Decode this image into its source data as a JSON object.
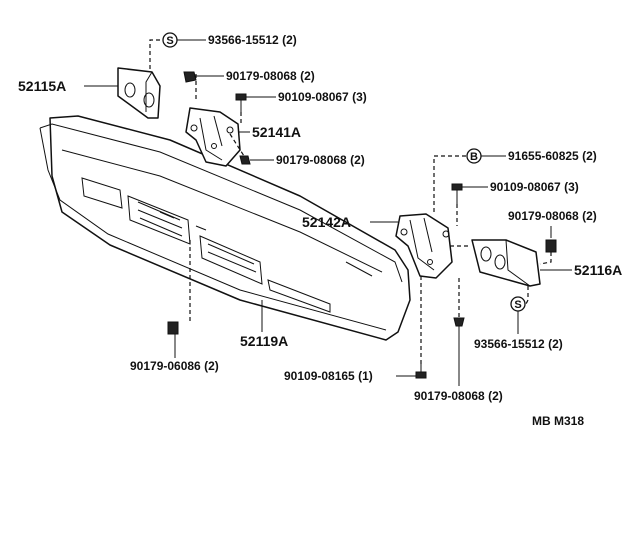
{
  "labels": {
    "bracket_left": "52115A",
    "bolt_top_left": "93566-15512 (2)",
    "nut_top_left": "90179-08068 (2)",
    "bolt_stay_left": "90109-08067 (3)",
    "stay_left": "52141A",
    "nut_stay_left": "90179-08068 (2)",
    "rivet_right": "91655-60825 (2)",
    "bolt_stay_right": "90109-08067 (3)",
    "stay_right": "52142A",
    "nut_right": "90179-08068 (2)",
    "bracket_right": "52116A",
    "bolt_bottom_right": "93566-15512 (2)",
    "bumper": "52119A",
    "nut_bumper_bottom": "90179-06086 (2)",
    "bolt_bottom": "90109-08165 (1)",
    "nut_bottom_right": "90179-08068 (2)",
    "diagram_code": "MB  M318"
  },
  "symbols": {
    "s_symbol": "S",
    "b_symbol": "B"
  }
}
